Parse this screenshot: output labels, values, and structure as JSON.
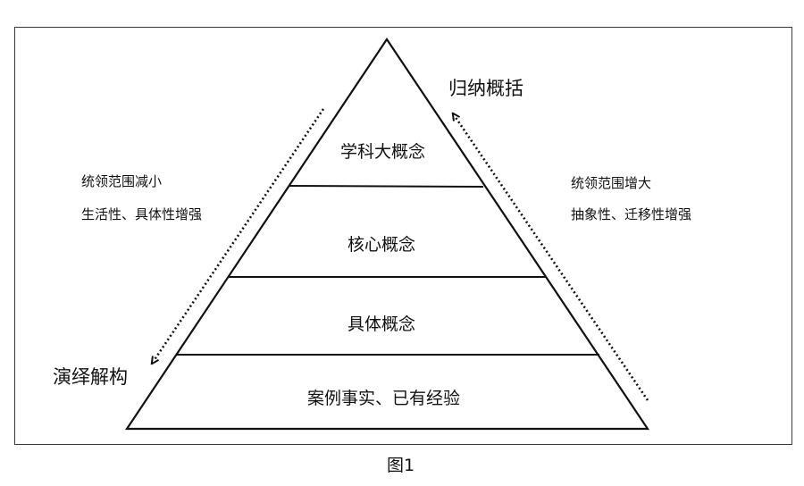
{
  "levels": [
    {
      "label": "学科大概念"
    },
    {
      "label": "核心概念"
    },
    {
      "label": "具体概念"
    },
    {
      "label": "案例事实、已有经验"
    }
  ],
  "induction": {
    "title": "归纳概括",
    "note_line1": "统领范围增大",
    "note_line2": "抽象性、迁移性增强"
  },
  "deduction": {
    "title": "演绎解构",
    "note_line1": "统领范围减小",
    "note_line2": "生活性、具体性增强"
  },
  "caption": "图1"
}
